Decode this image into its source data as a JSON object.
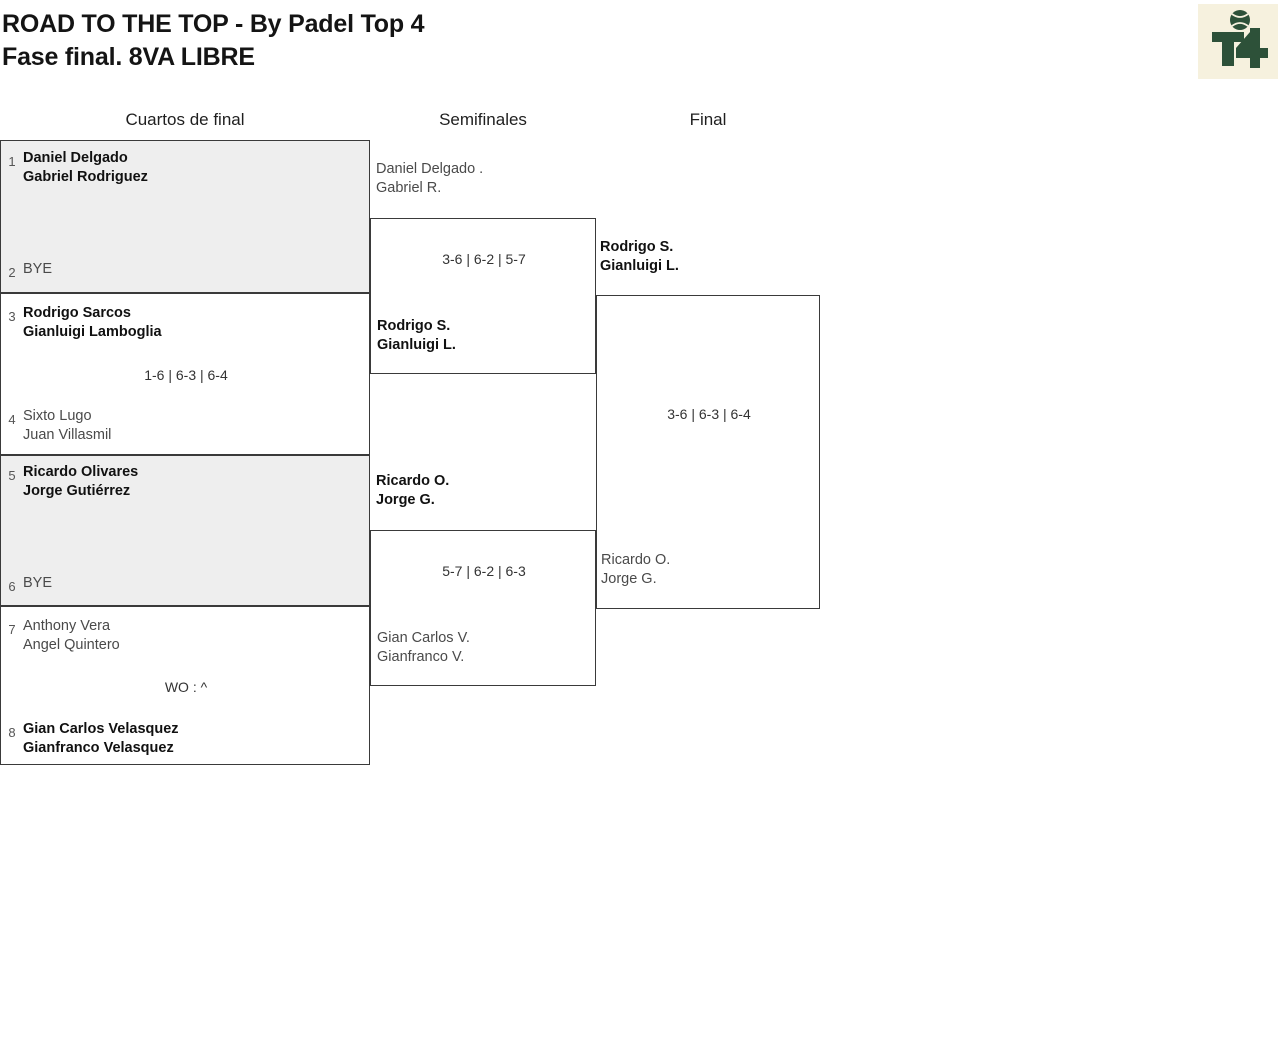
{
  "header": {
    "title_line1": "ROAD TO THE TOP - By Padel Top 4",
    "title_line2": "Fase final. 8VA LIBRE",
    "logo_name": "padel-top-4-logo",
    "logo_text": "T4",
    "logo_bg": "#f6f1de",
    "logo_color": "#2d5139"
  },
  "columns": {
    "round1": "Cuartos de final",
    "round2": "Semifinales",
    "round3": "Final"
  },
  "colors": {
    "shaded_row": "#eeeeee",
    "border": "#3a3a3a",
    "winner_text": "#111111",
    "loser_text": "#4a4a4a",
    "seed_text": "#555555"
  },
  "bracket": {
    "quarterfinals": [
      {
        "score": "",
        "shaded": true,
        "top": {
          "seed": "1",
          "player1": "Daniel Delgado",
          "player2": "Gabriel Rodriguez",
          "winner": true
        },
        "bottom": {
          "seed": "2",
          "player1": "BYE",
          "player2": "",
          "winner": false
        }
      },
      {
        "score": "1-6 | 6-3 | 6-4",
        "shaded": false,
        "top": {
          "seed": "3",
          "player1": "Rodrigo Sarcos",
          "player2": "Gianluigi Lamboglia",
          "winner": true
        },
        "bottom": {
          "seed": "4",
          "player1": "Sixto Lugo",
          "player2": "Juan Villasmil",
          "winner": false
        }
      },
      {
        "score": "",
        "shaded": true,
        "top": {
          "seed": "5",
          "player1": "Ricardo Olivares",
          "player2": "Jorge Gutiérrez",
          "winner": true
        },
        "bottom": {
          "seed": "6",
          "player1": "BYE",
          "player2": "",
          "winner": false
        }
      },
      {
        "score": "WO : ^",
        "shaded": false,
        "top": {
          "seed": "7",
          "player1": "Anthony Vera",
          "player2": "Angel Quintero",
          "winner": false
        },
        "bottom": {
          "seed": "8",
          "player1": "Gian Carlos Velasquez",
          "player2": "Gianfranco Velasquez",
          "winner": true
        }
      }
    ],
    "semifinals": [
      {
        "score": "3-6 | 6-2 | 5-7",
        "top": {
          "player1": "Daniel Delgado .",
          "player2": "Gabriel R.",
          "winner": false
        },
        "bottom": {
          "player1": "Rodrigo S.",
          "player2": "Gianluigi L.",
          "winner": true
        }
      },
      {
        "score": "5-7 | 6-2 | 6-3",
        "top": {
          "player1": "Ricardo O.",
          "player2": "Jorge G.",
          "winner": true
        },
        "bottom": {
          "player1": "Gian Carlos V.",
          "player2": "Gianfranco V.",
          "winner": false
        }
      }
    ],
    "final": {
      "score": "3-6 | 6-3 | 6-4",
      "top": {
        "player1": "Rodrigo S.",
        "player2": "Gianluigi L.",
        "winner": true
      },
      "bottom": {
        "player1": "Ricardo O.",
        "player2": "Jorge G.",
        "winner": false
      }
    }
  }
}
